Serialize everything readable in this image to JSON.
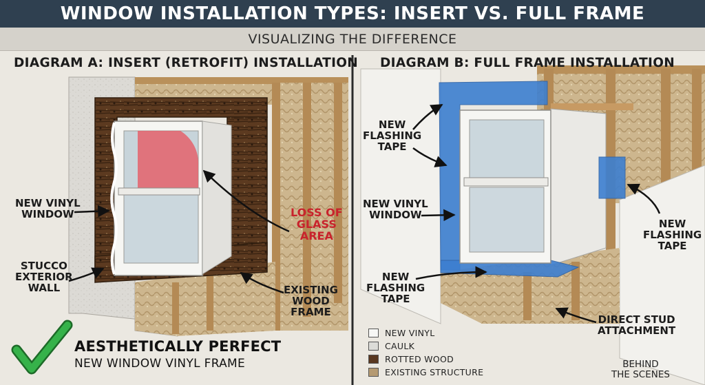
{
  "title": "WINDOW INSTALLATION TYPES: INSERT VS. FULL FRAME",
  "subtitle": "VISUALIZING THE DIFFERENCE",
  "diagram_a": {
    "heading": "DIAGRAM A: INSERT (RETROFIT) INSTALLATION",
    "label_new_vinyl_window": "NEW VINYL\nWINDOW",
    "label_stucco": "STUCCO\nEXTERIOR\nWALL",
    "label_loss_glass": "LOSS OF\nGLASS\nAREA",
    "label_existing_frame": "EXISTING\nWOOD\nFRAME"
  },
  "diagram_b": {
    "heading": "DIAGRAM B: FULL FRAME INSTALLATION",
    "label_flashing_top": "NEW\nFLASHING\nTAPE",
    "label_new_vinyl_window": "NEW VINYL\nWINDOW",
    "label_flashing_bottom": "NEW\nFLASHING\nTAPE",
    "label_flashing_right": "NEW\nFLASHING\nTAPE",
    "label_direct_stud": "DIRECT STUD\nATTACHMENT"
  },
  "legend": [
    {
      "label": "NEW VINYL",
      "color": "#f7f7f5"
    },
    {
      "label": "CAULK",
      "color": "#dcdcd8"
    },
    {
      "label": "ROTTED WOOD",
      "color": "#5a3820"
    },
    {
      "label": "EXISTING STRUCTURE",
      "color": "#b59a72"
    }
  ],
  "footer": {
    "headline": "AESTHETICALLY PERFECT",
    "subline": "NEW WINDOW VINYL FRAME",
    "behind": "BEHIND\nTHE SCENES"
  },
  "colors": {
    "title_bar": "#2f4050",
    "flashing_tape": "#3d7fd0",
    "loss_glass_red": "#c8232c",
    "check_green": "#2a9a3a"
  }
}
